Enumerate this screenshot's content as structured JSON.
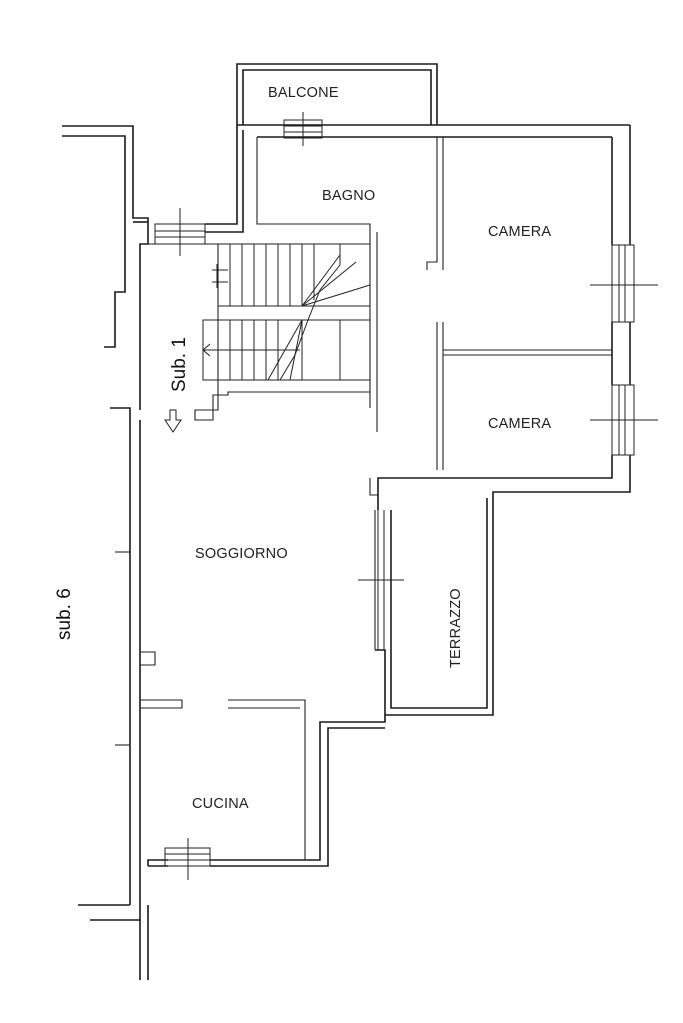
{
  "rooms": {
    "balcone": "BALCONE",
    "bagno": "BAGNO",
    "camera_top": "CAMERA",
    "camera_mid": "CAMERA",
    "soggiorno": "SOGGIORNO",
    "terrazzo": "TERRAZZO",
    "cucina": "CUCINA"
  },
  "labels": {
    "sub1": "Sub. 1",
    "sub6": "sub. 6"
  }
}
